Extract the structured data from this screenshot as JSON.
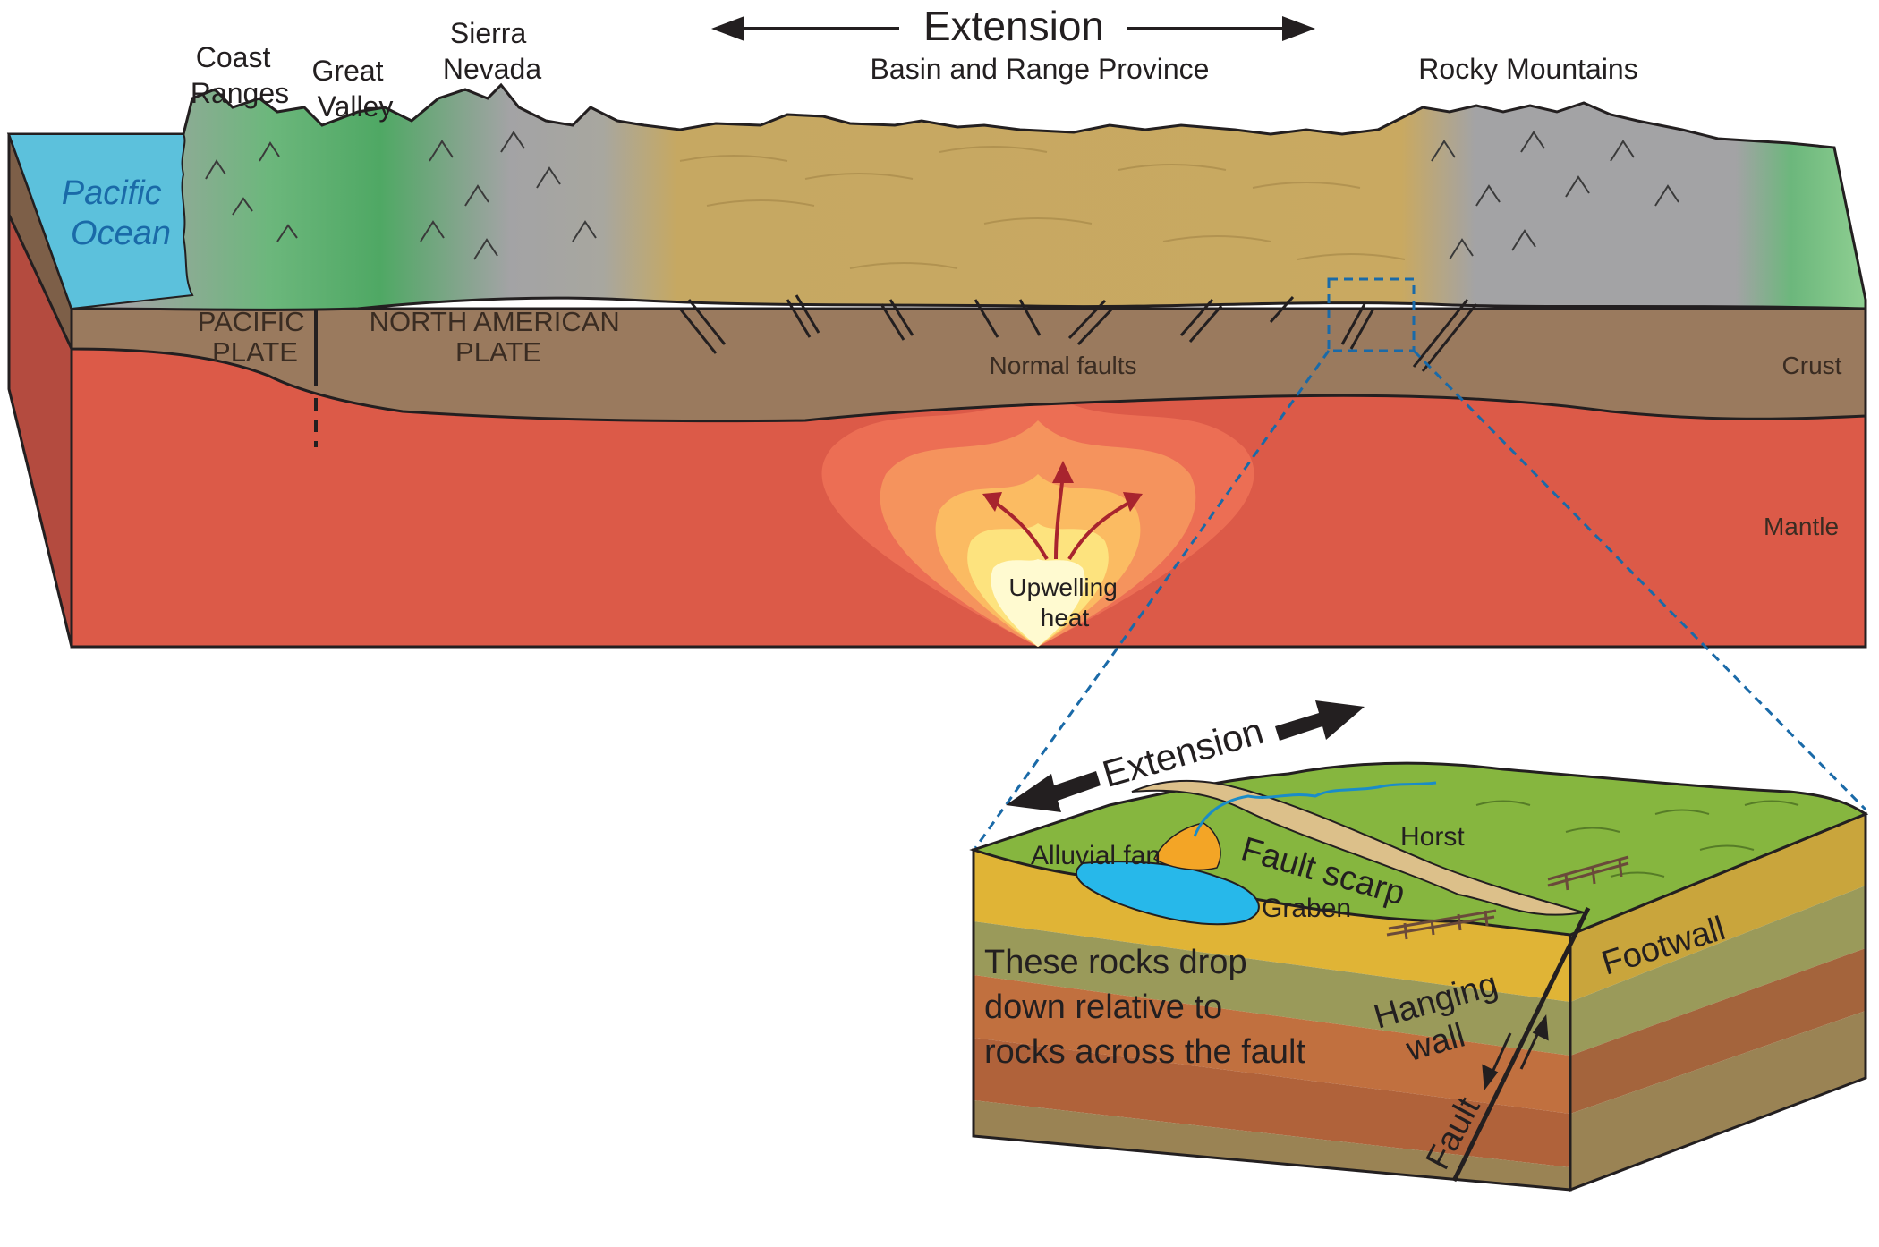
{
  "title": "Extension",
  "top_labels": {
    "coast_ranges": [
      "Coast",
      "Ranges"
    ],
    "great_valley": [
      "Great",
      "Valley"
    ],
    "sierra_nevada": [
      "Sierra",
      "Nevada"
    ],
    "basin_range": "Basin and Range Province",
    "rocky_mountains": "Rocky Mountains",
    "pacific_ocean": [
      "Pacific",
      "Ocean"
    ]
  },
  "plates": {
    "pacific": [
      "PACIFIC",
      "PLATE"
    ],
    "north_american": [
      "NORTH AMERICAN",
      "PLATE"
    ]
  },
  "layers": {
    "normal_faults": "Normal faults",
    "crust": "Crust",
    "mantle": "Mantle",
    "upwelling": [
      "Upwelling",
      "heat"
    ]
  },
  "inset": {
    "extension": "Extension",
    "alluvial_fan": "Alluvial fan",
    "fault_scarp": "Fault scarp",
    "horst": "Horst",
    "graben": "Graben",
    "footwall": "Footwall",
    "hanging_wall": [
      "Hanging",
      "wall"
    ],
    "fault": "Fault",
    "rocks_drop": [
      "These rocks drop",
      "down relative to",
      "rocks across the fault"
    ]
  },
  "colors": {
    "ocean": "#5cc1dc",
    "crust": "#9a7a5e",
    "mantle": "#dc5a48",
    "basin": "#c6a862",
    "mountains": "#a3a3a5",
    "valley_green": "#6cb77c",
    "inset_grass": "#86b63f",
    "lake": "#27b8ea"
  }
}
